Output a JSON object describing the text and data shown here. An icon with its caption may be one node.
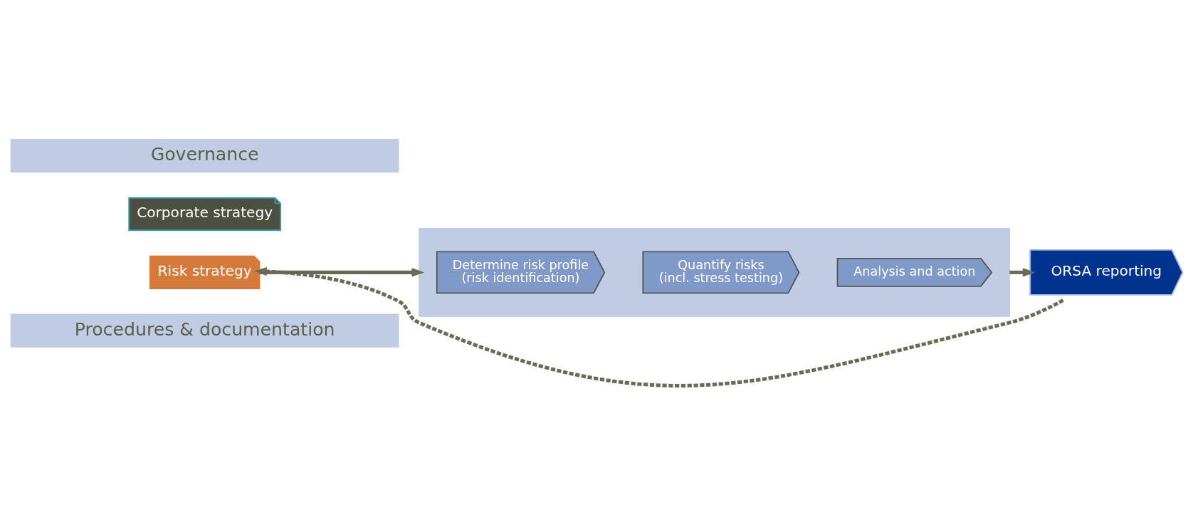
{
  "diagram": {
    "nodes": [
      {
        "text": [
          "Governance"
        ]
      },
      {
        "text": [
          "Corporate strategy"
        ]
      },
      {
        "text": [
          "Risk strategy"
        ]
      },
      {
        "text": [],
        "shape": "box"
      },
      {
        "text": [
          "Determine risk profile",
          "(risk identification)"
        ],
        "in": 3
      },
      {
        "text": [
          "Quantify risks",
          "(incl. stress testing)"
        ],
        "in": 3
      },
      {
        "text": [
          "Analysis and action"
        ],
        "in": 3
      },
      {
        "text": [
          "ORSA reporting"
        ]
      },
      {
        "text": [
          "Procedures & documentation"
        ]
      }
    ],
    "edges": [
      {
        "from": 2,
        "to": 3,
        "arrow": "to"
      },
      {
        "from": 3,
        "to": 7,
        "arrow": "to"
      },
      {
        "from": 7,
        "to": 2,
        "arrow": "to",
        "style": "dashed"
      }
    ]
  }
}
